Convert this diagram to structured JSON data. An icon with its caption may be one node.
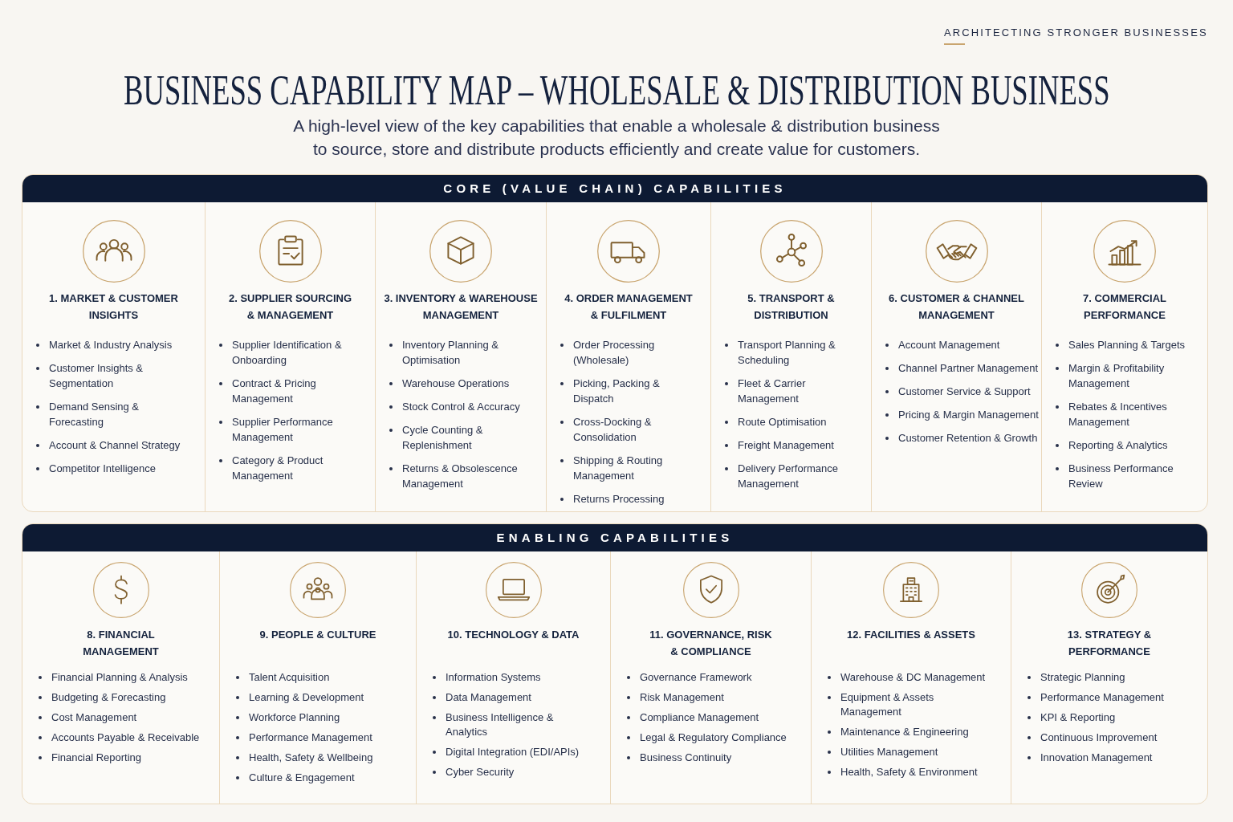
{
  "diagram": {
    "title": "BUSINESS CAPABILITY MAP – WHOLESALE & DISTRIBUTION BUSINESS",
    "nodes": [
      {
        "text": [
          "CORE (VALUE CHAIN) CAPABILITIES"
        ]
      },
      {
        "text": [
          "1. MARKET & CUSTOMER INSIGHTS",
          "Market & Industry Analysis",
          "Customer Insights & Segmentation",
          "Demand Sensing & Forecasting",
          "Account & Channel Strategy",
          "Competitor Intelligence"
        ],
        "in": 0
      },
      {
        "text": [
          "2. SUPPLIER SOURCING & MANAGEMENT",
          "Supplier Identification & Onboarding",
          "Contract & Pricing Management",
          "Supplier Performance Management",
          "Category & Product Management"
        ],
        "in": 0
      },
      {
        "text": [
          "3. INVENTORY & WAREHOUSE MANAGEMENT",
          "Inventory Planning & Optimisation",
          "Warehouse Operations",
          "Stock Control & Accuracy",
          "Cycle Counting & Replenishment",
          "Returns & Obsolescence Management"
        ],
        "in": 0
      },
      {
        "text": [
          "4. ORDER MANAGEMENT & FULFILMENT",
          "Order Processing (Wholesale)",
          "Picking, Packing & Dispatch",
          "Cross-Docking & Consolidation",
          "Shipping & Routing Management",
          "Returns Processing"
        ],
        "in": 0
      },
      {
        "text": [
          "5. TRANSPORT & DISTRIBUTION",
          "Transport Planning & Scheduling",
          "Fleet & Carrier Management",
          "Route Optimisation",
          "Freight Management",
          "Delivery Performance Management"
        ],
        "in": 0
      },
      {
        "text": [
          "6. CUSTOMER & CHANNEL MANAGEMENT",
          "Account Management",
          "Channel Partner Management",
          "Customer Service & Support",
          "Pricing & Margin Management",
          "Customer Retention & Growth"
        ],
        "in": 0
      },
      {
        "text": [
          "7. COMMERCIAL PERFORMANCE",
          "Sales Planning & Targets",
          "Margin & Profitability Management",
          "Rebates & Incentives Management",
          "Reporting & Analytics",
          "Business Performance Review"
        ],
        "in": 0
      },
      {
        "text": [
          "ENABLING CAPABILITIES"
        ]
      },
      {
        "text": [
          "8. FINANCIAL MANAGEMENT",
          "Financial Planning & Analysis",
          "Budgeting & Forecasting",
          "Cost Management",
          "Accounts Payable & Receivable",
          "Financial Reporting"
        ],
        "in": 8
      },
      {
        "text": [
          "9. PEOPLE & CULTURE",
          "Talent Acquisition",
          "Learning & Development",
          "Workforce Planning",
          "Performance Management",
          "Health, Safety & Wellbeing",
          "Culture & Engagement"
        ],
        "in": 8
      },
      {
        "text": [
          "10. TECHNOLOGY & DATA",
          "Information Systems",
          "Data Management",
          "Business Intelligence & Analytics",
          "Digital Integration (EDI/APIs)",
          "Cyber Security"
        ],
        "in": 8
      },
      {
        "text": [
          "11. GOVERNANCE, RISK & COMPLIANCE",
          "Governance Framework",
          "Risk Management",
          "Compliance Management",
          "Legal & Regulatory Compliance",
          "Business Continuity"
        ],
        "in": 8
      },
      {
        "text": [
          "12. FACILITIES & ASSETS",
          "Warehouse & DC Management",
          "Equipment & Assets Management",
          "Maintenance & Engineering",
          "Utilities Management",
          "Health, Safety & Environment"
        ],
        "in": 8
      },
      {
        "text": [
          "13. STRATEGY & PERFORMANCE",
          "Strategic Planning",
          "Performance Management",
          "KPI & Reporting",
          "Continuous Improvement",
          "Innovation Management"
        ],
        "in": 8
      }
    ],
    "labels": [
      "ARCHITECTING STRONGER BUSINESSES",
      "A high-level view of the key capabilities that enable a wholesale & distribution business to source, store and distribute products efficiently and create value for customers."
    ]
  }
}
